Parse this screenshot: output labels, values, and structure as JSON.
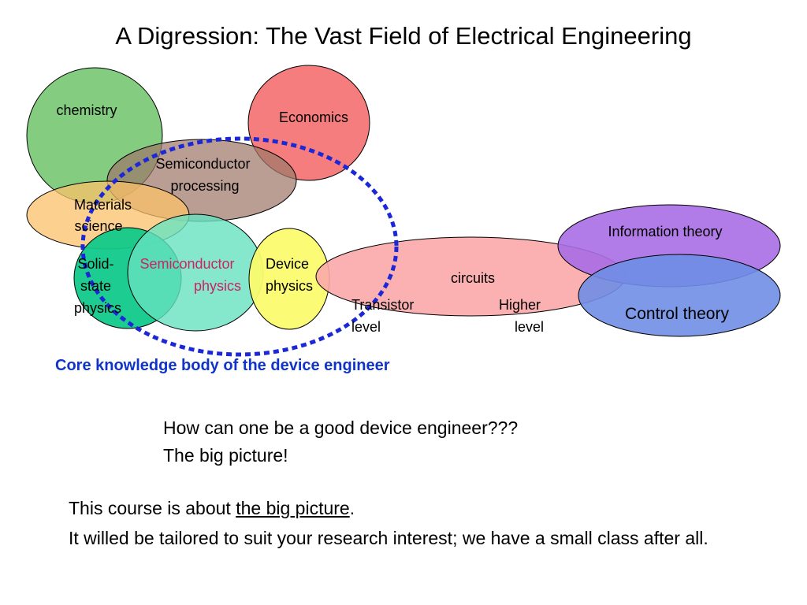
{
  "title": "A Digression: The Vast Field of Electrical Engineering",
  "colors": {
    "chemistry": "#6dc36a",
    "economics": "#f46f6f",
    "semiconductor_processing": "#a0786a",
    "materials_science": "#fbc26a",
    "solid_state": "#11c98a",
    "semiconductor_physics": "#66e2c0",
    "device_physics": "#fbfb6e",
    "circuits": "#fba8a8",
    "information_theory": "#a86de6",
    "control_theory": "#6f8ee6",
    "core_boundary": "#1c28d8",
    "caption": "#1034c8",
    "semiconductor_physics_text": "#cc2266"
  },
  "labels": {
    "chemistry": "chemistry",
    "economics": "Economics",
    "semiconductor_processing": [
      "Semiconductor",
      "processing"
    ],
    "materials_science": [
      "Materials",
      "science"
    ],
    "solid_state": [
      "Solid-",
      "state",
      "physics"
    ],
    "semiconductor_physics": [
      "Semiconductor",
      "physics"
    ],
    "device_physics": [
      "Device",
      "physics"
    ],
    "circuits": "circuits",
    "transistor_level": [
      "Transistor",
      "level"
    ],
    "higher_level": [
      "Higher",
      "level"
    ],
    "information_theory": "Information theory",
    "control_theory": "Control theory"
  },
  "caption": "Core knowledge body of the device engineer",
  "question_line1": "How can one be a good device engineer???",
  "question_line2": "The big picture!",
  "statement_prefix": "This course is about ",
  "statement_link": "the big picture",
  "statement_suffix": ".",
  "statement_line2": "It willed be tailored to suit your research interest; we have a small class after all."
}
